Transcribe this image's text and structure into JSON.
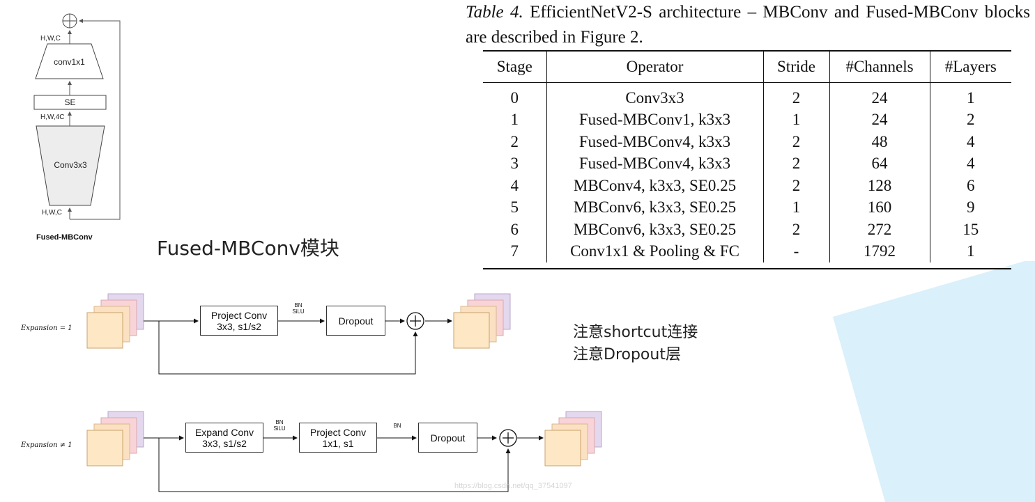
{
  "left_block": {
    "title": "Fused-MBConv",
    "dim_top": "H,W,C",
    "conv1x1": "conv1x1",
    "se": "SE",
    "dim_mid": "H,W,4C",
    "conv3x3": "Conv3x3",
    "dim_bottom": "H,W,C"
  },
  "module_title": "Fused-MBConv模块",
  "caption": {
    "italic": "Table 4.",
    "text": "EfficientNetV2-S architecture – MBConv and Fused-MBConv blocks are described in Figure 2."
  },
  "table": {
    "headers": [
      "Stage",
      "Operator",
      "Stride",
      "#Channels",
      "#Layers"
    ],
    "rows": [
      [
        "0",
        "Conv3x3",
        "2",
        "24",
        "1"
      ],
      [
        "1",
        "Fused-MBConv1, k3x3",
        "1",
        "24",
        "2"
      ],
      [
        "2",
        "Fused-MBConv4, k3x3",
        "2",
        "48",
        "4"
      ],
      [
        "3",
        "Fused-MBConv4, k3x3",
        "2",
        "64",
        "4"
      ],
      [
        "4",
        "MBConv4, k3x3, SE0.25",
        "2",
        "128",
        "6"
      ],
      [
        "5",
        "MBConv6, k3x3, SE0.25",
        "1",
        "160",
        "9"
      ],
      [
        "6",
        "MBConv6, k3x3, SE0.25",
        "2",
        "272",
        "15"
      ],
      [
        "7",
        "Conv1x1 & Pooling & FC",
        "-",
        "1792",
        "1"
      ]
    ]
  },
  "diagram1": {
    "label": "Expansion = 1",
    "project_conv": "Project Conv",
    "project_conv_sub": "3x3, s1/s2",
    "bn": "BN",
    "silu": "SiLU",
    "dropout": "Dropout"
  },
  "diagram2": {
    "label": "Expansion ≠ 1",
    "expand_conv": "Expand Conv",
    "expand_conv_sub": "3x3, s1/s2",
    "bn1": "BN",
    "silu1": "SiLU",
    "project_conv": "Project Conv",
    "project_conv_sub": "1x1, s1",
    "bn2": "BN",
    "dropout": "Dropout"
  },
  "notes": [
    "注意shortcut连接",
    "注意Dropout层"
  ],
  "watermark": "https://blog.csdn.net/qq_37541097",
  "colors": {
    "accent_shape": "#daf0fb",
    "feature_back": "#e4d8ee",
    "feature_mid": "#f8d3d8",
    "feature_front": "#fde7c4"
  }
}
